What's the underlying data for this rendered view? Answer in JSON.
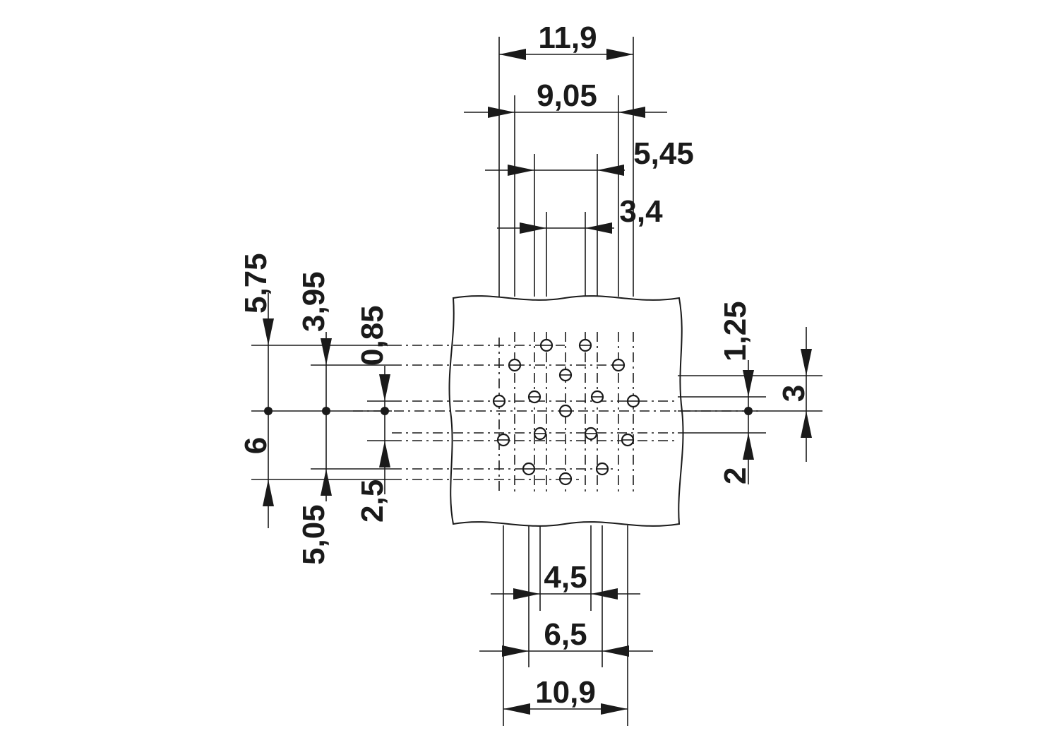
{
  "colors": {
    "line": "#1a1a1a",
    "background": "#ffffff"
  },
  "dimensions": {
    "top": {
      "d11_9": "11,9",
      "d9_05": "9,05",
      "d5_45": "5,45",
      "d3_4": "3,4"
    },
    "bottom": {
      "d4_5": "4,5",
      "d6_5": "6,5",
      "d10_9": "10,9"
    },
    "left": {
      "d5_75": "5,75",
      "d3_95": "3,95",
      "d0_85": "0,85",
      "d6": "6",
      "d5_05": "5,05",
      "d2_5": "2,5"
    },
    "right": {
      "d1_25": "1,25",
      "d3": "3",
      "d2": "2"
    }
  }
}
